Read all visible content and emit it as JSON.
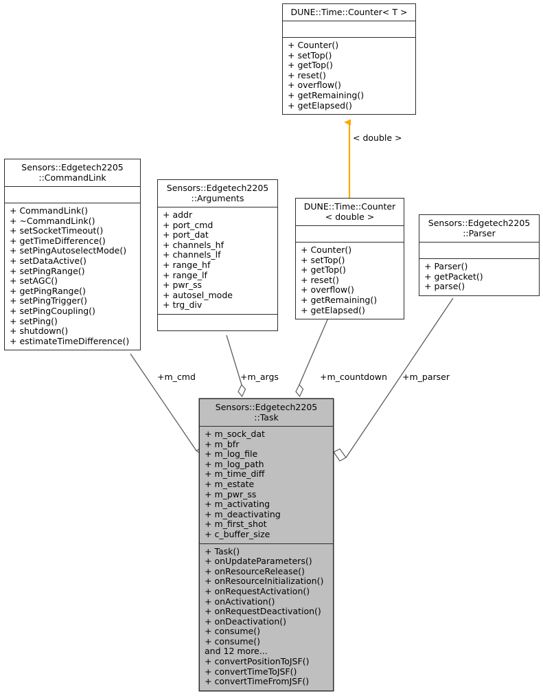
{
  "diagram": {
    "kind": "uml-collaboration-diagram",
    "colors": {
      "node_border": "#2b2b2b",
      "node_fill": "#ffffff",
      "highlight_fill": "#bfbfbf",
      "edge": "#5a5a5a",
      "inheritance_arrow": "#ffa500",
      "text": "#000000"
    },
    "classes": [
      {
        "id": "counter_t",
        "title": "DUNE::Time::Counter< T >",
        "attributes": [],
        "operations": [
          "+ Counter()",
          "+ setTop()",
          "+ getTop()",
          "+ reset()",
          "+ overflow()",
          "+ getRemaining()",
          "+ getElapsed()"
        ],
        "highlighted": false
      },
      {
        "id": "command_link",
        "title": "Sensors::Edgetech2205\n::CommandLink",
        "attributes": [],
        "operations": [
          "+ CommandLink()",
          "+ ~CommandLink()",
          "+ setSocketTimeout()",
          "+ getTimeDifference()",
          "+ setPingAutoselectMode()",
          "+ setDataActive()",
          "+ setPingRange()",
          "+ setAGC()",
          "+ getPingRange()",
          "+ setPingTrigger()",
          "+ setPingCoupling()",
          "+ setPing()",
          "+ shutdown()",
          "+ estimateTimeDifference()"
        ],
        "highlighted": false
      },
      {
        "id": "arguments",
        "title": "Sensors::Edgetech2205\n::Arguments",
        "attributes": [
          "+ addr",
          "+ port_cmd",
          "+ port_dat",
          "+ channels_hf",
          "+ channels_lf",
          "+ range_hf",
          "+ range_lf",
          "+ pwr_ss",
          "+ autosel_mode",
          "+ trg_div"
        ],
        "operations": [],
        "highlighted": false
      },
      {
        "id": "counter_double",
        "title": "DUNE::Time::Counter\n< double >",
        "attributes": [],
        "operations": [
          "+ Counter()",
          "+ setTop()",
          "+ getTop()",
          "+ reset()",
          "+ overflow()",
          "+ getRemaining()",
          "+ getElapsed()"
        ],
        "highlighted": false
      },
      {
        "id": "parser",
        "title": "Sensors::Edgetech2205\n::Parser",
        "attributes": [],
        "operations": [
          "+ Parser()",
          "+ getPacket()",
          "+ parse()"
        ],
        "highlighted": false
      },
      {
        "id": "task",
        "title": "Sensors::Edgetech2205\n::Task",
        "attributes": [
          "+ m_sock_dat",
          "+ m_bfr",
          "+ m_log_file",
          "+ m_log_path",
          "+ m_time_diff",
          "+ m_estate",
          "+ m_pwr_ss",
          "+ m_activating",
          "+ m_deactivating",
          "+ m_first_shot",
          "+ c_buffer_size"
        ],
        "operations": [
          "+ Task()",
          "+ onUpdateParameters()",
          "+ onResourceRelease()",
          "+ onResourceInitialization()",
          "+ onRequestActivation()",
          "+ onActivation()",
          "+ onRequestDeactivation()",
          "+ onDeactivation()",
          "+ consume()",
          "+ consume()",
          "and 12 more...",
          "+ convertPositionToJSF()",
          "+ convertTimeToJSF()",
          "+ convertTimeFromJSF()"
        ],
        "highlighted": true
      }
    ],
    "edge_labels": {
      "m_cmd": "+m_cmd",
      "m_args": "+m_args",
      "m_countdown": "+m_countdown",
      "m_parser": "+m_parser",
      "template_binding": "< double >"
    }
  }
}
